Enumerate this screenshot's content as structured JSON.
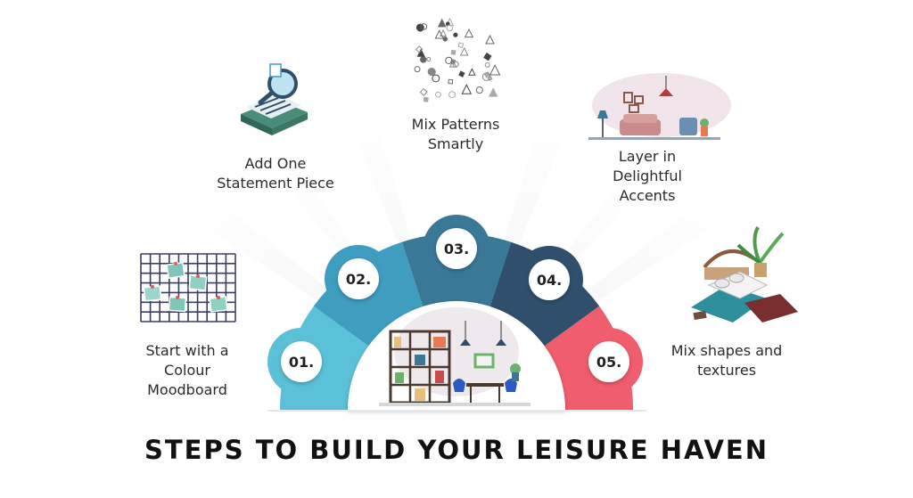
{
  "title": "STEPS TO BUILD YOUR LEISURE HAVEN",
  "steps": [
    {
      "number": "01.",
      "label": "Start with a\nColour\nMoodboard",
      "color": "#5bc1d8",
      "icon": "moodboard-grid-icon"
    },
    {
      "number": "02.",
      "label": "Add One\nStatement Piece",
      "color": "#3f9dc0",
      "icon": "magnifier-document-icon"
    },
    {
      "number": "03.",
      "label": "Mix Patterns\nSmartly",
      "color": "#3a7898",
      "icon": "pattern-shapes-icon"
    },
    {
      "number": "04.",
      "label": "Layer in\nDelightful\nAccents",
      "color": "#2f4f6c",
      "icon": "living-room-icon"
    },
    {
      "number": "05.",
      "label": "Mix shapes and\ntextures",
      "color": "#f05d6c",
      "icon": "bohemian-bedroom-icon"
    }
  ],
  "center_illustration": "shelving-room-icon"
}
